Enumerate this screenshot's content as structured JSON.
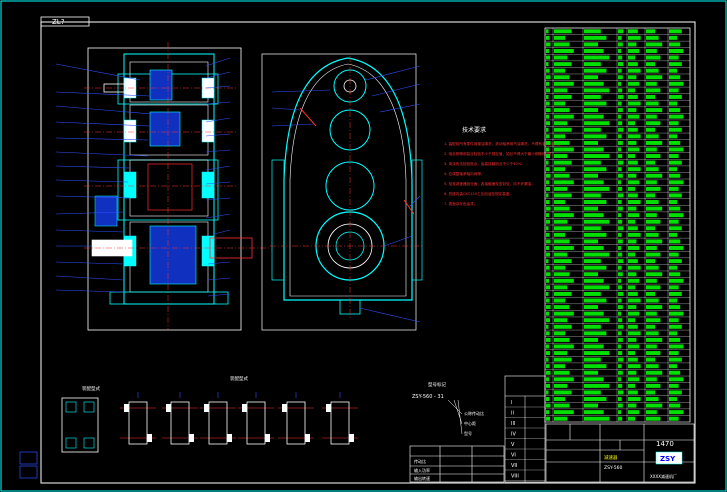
{
  "sheet": {
    "tag_label": "ZL?",
    "drawing_number": "1470",
    "tech_title": "技术要求",
    "tech_lines": [
      "1. 装配前所有零件用煤油清洗，滚动轴承用汽油清洗，不得有毛刺和锈蚀。",
      "2. 啮合侧隙用铅丝检验不小于规定值，铅丝不得大于最小侧隙的4倍。",
      "3. 用涂色法检验斑点，齿高接触斑点不少于40%。",
      "4. 应调整轴承轴向间隙。",
      "5. 检查减速器剖分面，各接触面及密封处，均不许漏油。",
      "6. 机座内装CKC150工业用油至规定高度。",
      "7. 表面涂灰色油漆。"
    ],
    "model_caption": "型号标记",
    "model_code": "ZSY-560 - 31",
    "model_callouts": [
      "公称传动比",
      "中心距",
      "型号"
    ],
    "assembly_label": "装配型式",
    "mounting_label": "装配型式",
    "roman_numerals": [
      "I",
      "II",
      "III",
      "IV",
      "V",
      "VI",
      "VII",
      "VIII"
    ],
    "title_block": {
      "company": "XXXX减速机厂",
      "name": "减速器",
      "code": "ZSY-560",
      "logo": "ZSY"
    },
    "spec_rows": [
      "传动比",
      "输入功率",
      "输出转速"
    ]
  },
  "colors": {
    "line": "#00ffff",
    "accent": "#00ff00",
    "leader": "#3050ff",
    "hidden": "#ff2020",
    "frame": "#ffffff"
  }
}
